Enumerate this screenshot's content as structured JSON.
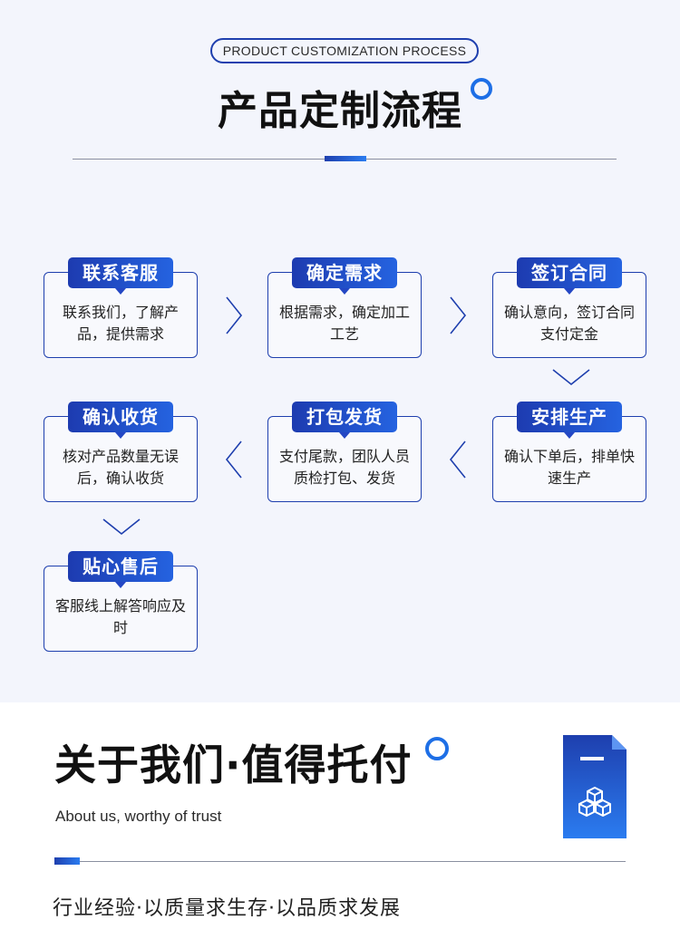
{
  "process": {
    "tagline": "PRODUCT CUSTOMIZATION PROCESS",
    "title": "产品定制流程",
    "steps": [
      {
        "label": "联系客服",
        "desc": "联系我们，了解产品，提供需求"
      },
      {
        "label": "确定需求",
        "desc": "根据需求，确定加工工艺"
      },
      {
        "label": "签订合同",
        "desc": "确认意向，签订合同支付定金"
      },
      {
        "label": "安排生产",
        "desc": "确认下单后，排单快速生产"
      },
      {
        "label": "打包发货",
        "desc": "支付尾款，团队人员质检打包、发货"
      },
      {
        "label": "确认收货",
        "desc": "核对产品数量无误后，确认收货"
      },
      {
        "label": "贴心售后",
        "desc": "客服线上解答响应及时"
      }
    ]
  },
  "about": {
    "title": "关于我们·值得托付",
    "subtitle": "About us, worthy of trust",
    "slogan": "行业经验·以质量求生存·以品质求发展"
  },
  "colors": {
    "accent_dark": "#1e3fae",
    "accent_light": "#2b7cf0",
    "section_bg": "#f3f5fc"
  },
  "icons": [
    "chevron-right-icon",
    "chevron-left-icon",
    "chevron-down-icon",
    "document-cubes-icon"
  ]
}
